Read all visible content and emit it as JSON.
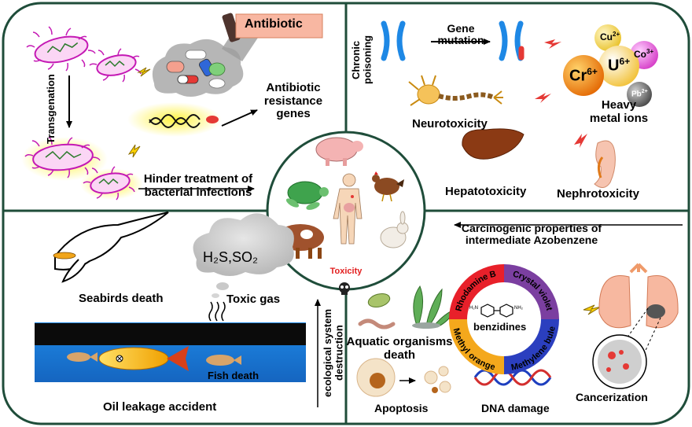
{
  "center": {
    "label": "Toxicity"
  },
  "top_left": {
    "antibiotic": "Antibiotic",
    "transgenation": "Transgenation",
    "resistance_genes": "Antibiotic\nresistance genes",
    "hinder_treatment": "Hinder treatment of\nbacterial infections"
  },
  "top_right": {
    "chronic_poisoning": "Chronic\npoisoning",
    "gene_mutation": "Gene\nmutation",
    "neurotoxicity": "Neurotoxicity",
    "heavy_metal_ions": "Heavy\nmetal ions",
    "hepatotoxicity": "Hepatotoxicity",
    "nephrotoxicity": "Nephrotoxicity",
    "ions": {
      "cu": "Cu",
      "cu_charge": "2+",
      "co": "Co",
      "co_charge": "3+",
      "u": "U",
      "u_charge": "6+",
      "cr": "Cr",
      "cr_charge": "6+",
      "pb": "Pb",
      "pb_charge": "2+"
    }
  },
  "bottom_left": {
    "gas_formula": "H₂S,SO₂",
    "toxic_gas": "Toxic gas",
    "seabirds_death": "Seabirds death",
    "fish_death": "Fish death",
    "oil_leakage": "Oil leakage accident",
    "ecological": "ecological system\ndestruction"
  },
  "bottom_right": {
    "carcinogenic": "Carcinogenic properties of\nintermediate Azobenzene",
    "aquatic_death": "Aquatic organisms\ndeath",
    "apoptosis": "Apoptosis",
    "dna_damage": "DNA damage",
    "cancerization": "Cancerization",
    "benzidines": "benzidines",
    "ring_labels": {
      "rhodamine": "Rhodamine B",
      "crystal": "Crystal violet",
      "methylene": "Methylene bule",
      "methyl_orange": "Methyl orange"
    },
    "ring_colors": {
      "rhodamine": "#e8202a",
      "crystal": "#7b3fa0",
      "methylene": "#2b3fbf",
      "methyl_orange": "#f4a81c"
    },
    "nh2_left": "H₂N",
    "nh2_right": "NH₂"
  }
}
